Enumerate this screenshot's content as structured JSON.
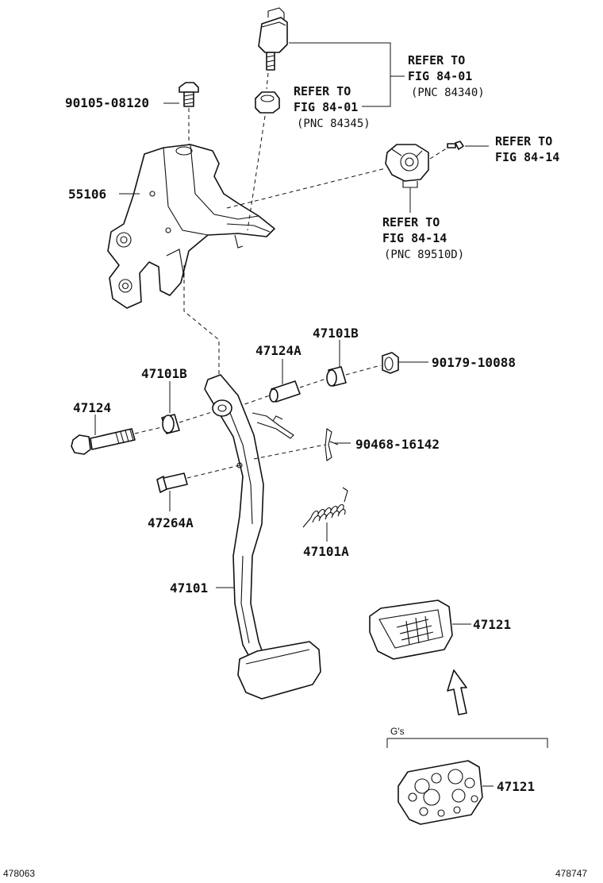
{
  "diagram": {
    "parts": {
      "p90105": "90105-08120",
      "p55106": "55106",
      "p47124": "47124",
      "p47101b_left": "47101B",
      "p47124a": "47124A",
      "p47101b_right": "47101B",
      "p90179": "90179-10088",
      "p90468": "90468-16142",
      "p47264a": "47264A",
      "p47101a": "47101A",
      "p47101": "47101",
      "p47121_top": "47121",
      "p47121_bottom": "47121"
    },
    "refs": {
      "switch_right": {
        "line1": "REFER TO",
        "line2": "FIG 84-01",
        "line3": "(PNC 84340)"
      },
      "switch_nut": {
        "line1": "REFER TO",
        "line2": "FIG 84-01",
        "line3": "(PNC 84345)"
      },
      "sensor_screw": {
        "line1": "REFER TO",
        "line2": "FIG 84-14"
      },
      "sensor_body": {
        "line1": "REFER TO",
        "line2": "FIG 84-14",
        "line3": "(PNC 89510D)"
      }
    },
    "variant_label": "G's",
    "footer": {
      "left_code": "478063",
      "right_code": "478747"
    }
  }
}
